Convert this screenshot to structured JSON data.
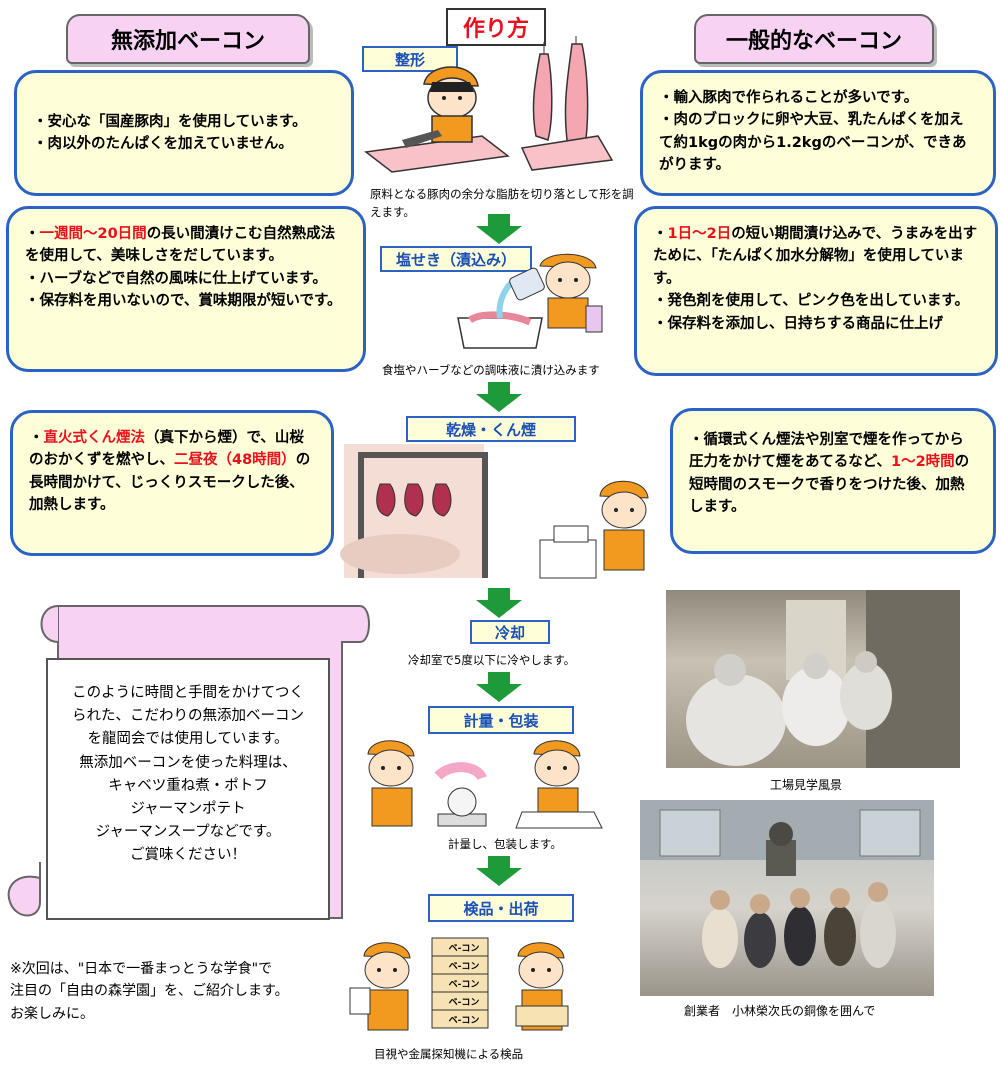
{
  "left_tab": "無添加ベーコン",
  "right_tab": "一般的なベーコン",
  "title": "作り方",
  "left_cards": [
    {
      "lines": [
        [
          {
            "t": "・安心な「国産豚肉」を使用しています。"
          }
        ],
        [
          {
            "t": "・肉以外のたんぱくを加えていません。"
          }
        ]
      ]
    },
    {
      "lines": [
        [
          {
            "t": "・"
          },
          {
            "t": "一週間～20日間",
            "red": true
          },
          {
            "t": "の長い間漬けこむ自然熟成法を使用して、美味しさをだしています。"
          }
        ],
        [
          {
            "t": "・ハーブなどで自然の風味に仕上げています。"
          }
        ],
        [
          {
            "t": "・保存料を用いないので、賞味期限が短いです。"
          }
        ]
      ]
    },
    {
      "lines": [
        [
          {
            "t": "・"
          },
          {
            "t": "直火式くん煙法",
            "red": true
          },
          {
            "t": "（真下から煙）で、山桜のおかくずを燃やし、"
          },
          {
            "t": "二昼夜（48時間）",
            "red": true
          },
          {
            "t": "の長時間かけて、じっくりスモークした後、加熱します。"
          }
        ]
      ]
    }
  ],
  "right_cards": [
    {
      "lines": [
        [
          {
            "t": "・輸入豚肉で作られることが多いです。"
          }
        ],
        [
          {
            "t": "・肉のブロックに卵や大豆、乳たんぱくを加えて約1kgの肉から1.2kgのベーコンが、できあがります。"
          }
        ]
      ]
    },
    {
      "lines": [
        [
          {
            "t": "・"
          },
          {
            "t": "1日～2日",
            "red": true
          },
          {
            "t": "の短い期間漬け込みで、うまみを出すために、「たんぱく加水分解物」を使用しています。"
          }
        ],
        [
          {
            "t": "・発色剤を使用して、ピンク色を出しています。"
          }
        ],
        [
          {
            "t": "・保存料を添加し、日持ちする商品に仕上げ"
          }
        ]
      ]
    },
    {
      "lines": [
        [
          {
            "t": "・循環式くん煙法や別室で煙を作ってから圧力をかけて煙をあてるなど、"
          },
          {
            "t": "1～2時間",
            "red": true
          },
          {
            "t": "の短時間のスモークで香りをつけた後、加熱します。"
          }
        ]
      ]
    }
  ],
  "steps": [
    {
      "label": "整形",
      "caption": "原料となる豚肉の余分な脂肪を切り落として形を調えます。"
    },
    {
      "label": "塩せき（漬込み）",
      "caption": "食塩やハーブなどの調味液に漬け込みます"
    },
    {
      "label": "乾燥・くん煙",
      "caption": ""
    },
    {
      "label": "冷却",
      "caption": "冷却室で5度以下に冷やします。"
    },
    {
      "label": "計量・包装",
      "caption": "計量し、包装します。"
    },
    {
      "label": "検品・出荷",
      "caption": "目視や金属探知機による検品"
    }
  ],
  "box_labels": [
    "ベ-コン",
    "ベ-コン",
    "ベ-コン",
    "ベ-コン",
    "ベ-コン"
  ],
  "scroll_lines": [
    "このように時間と手間をかけてつく",
    "られた、こだわりの無添加ベーコン",
    "を龍岡会では使用しています。",
    "無添加ベーコンを使った料理は、",
    "キャベツ重ね煮・ポトフ",
    "ジャーマンポテト",
    "ジャーマンスープなどです。",
    "ご賞味ください！"
  ],
  "footer_note": [
    "※次回は、\"日本で一番まっとうな学食\"で",
    "注目の「自由の森学園」を、ご紹介します。",
    "お楽しみに。"
  ],
  "photo1_caption": "工場見学風景",
  "photo2_caption": "創業者　小林榮次氏の銅像を囲んで",
  "colors": {
    "card_bg": "#fefed8",
    "card_border": "#2b63c4",
    "accent_red": "#e8101c",
    "tab_pink": "#f7d2f3",
    "arrow_green": "#1e9a3a"
  }
}
